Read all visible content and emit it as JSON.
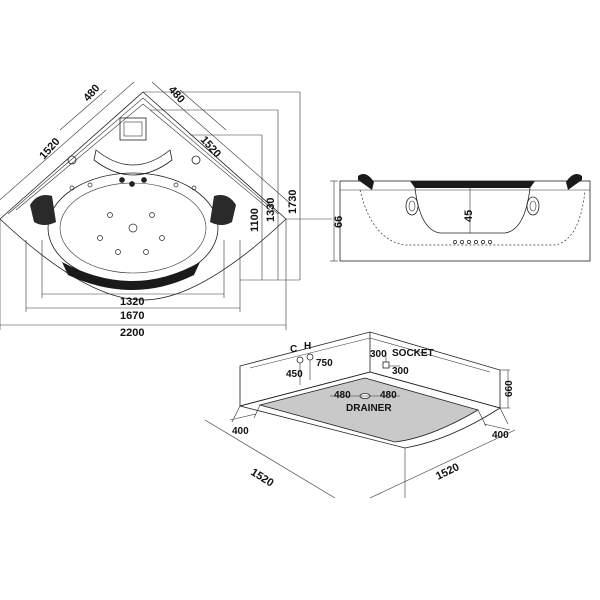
{
  "plan_view": {
    "dims": {
      "side_left": "1520",
      "side_right": "1520",
      "top_left": "480",
      "top_right": "480",
      "h1100": "1100",
      "h1330": "1330",
      "h1730": "1730",
      "w1320": "1320",
      "w1670": "1670",
      "w2200": "2200"
    }
  },
  "side_view": {
    "dims": {
      "height": "66",
      "angle": "45"
    }
  },
  "install_view": {
    "labels": {
      "c": "C",
      "h": "H",
      "socket": "SOCKET",
      "drainer": "DRAINER"
    },
    "dims": {
      "d450": "450",
      "d750": "750",
      "d300a": "300",
      "d300b": "300",
      "d480a": "480",
      "d480b": "480",
      "d660": "660",
      "d400a": "400",
      "d400b": "400",
      "d1520a": "1520",
      "d1520b": "1520"
    }
  }
}
